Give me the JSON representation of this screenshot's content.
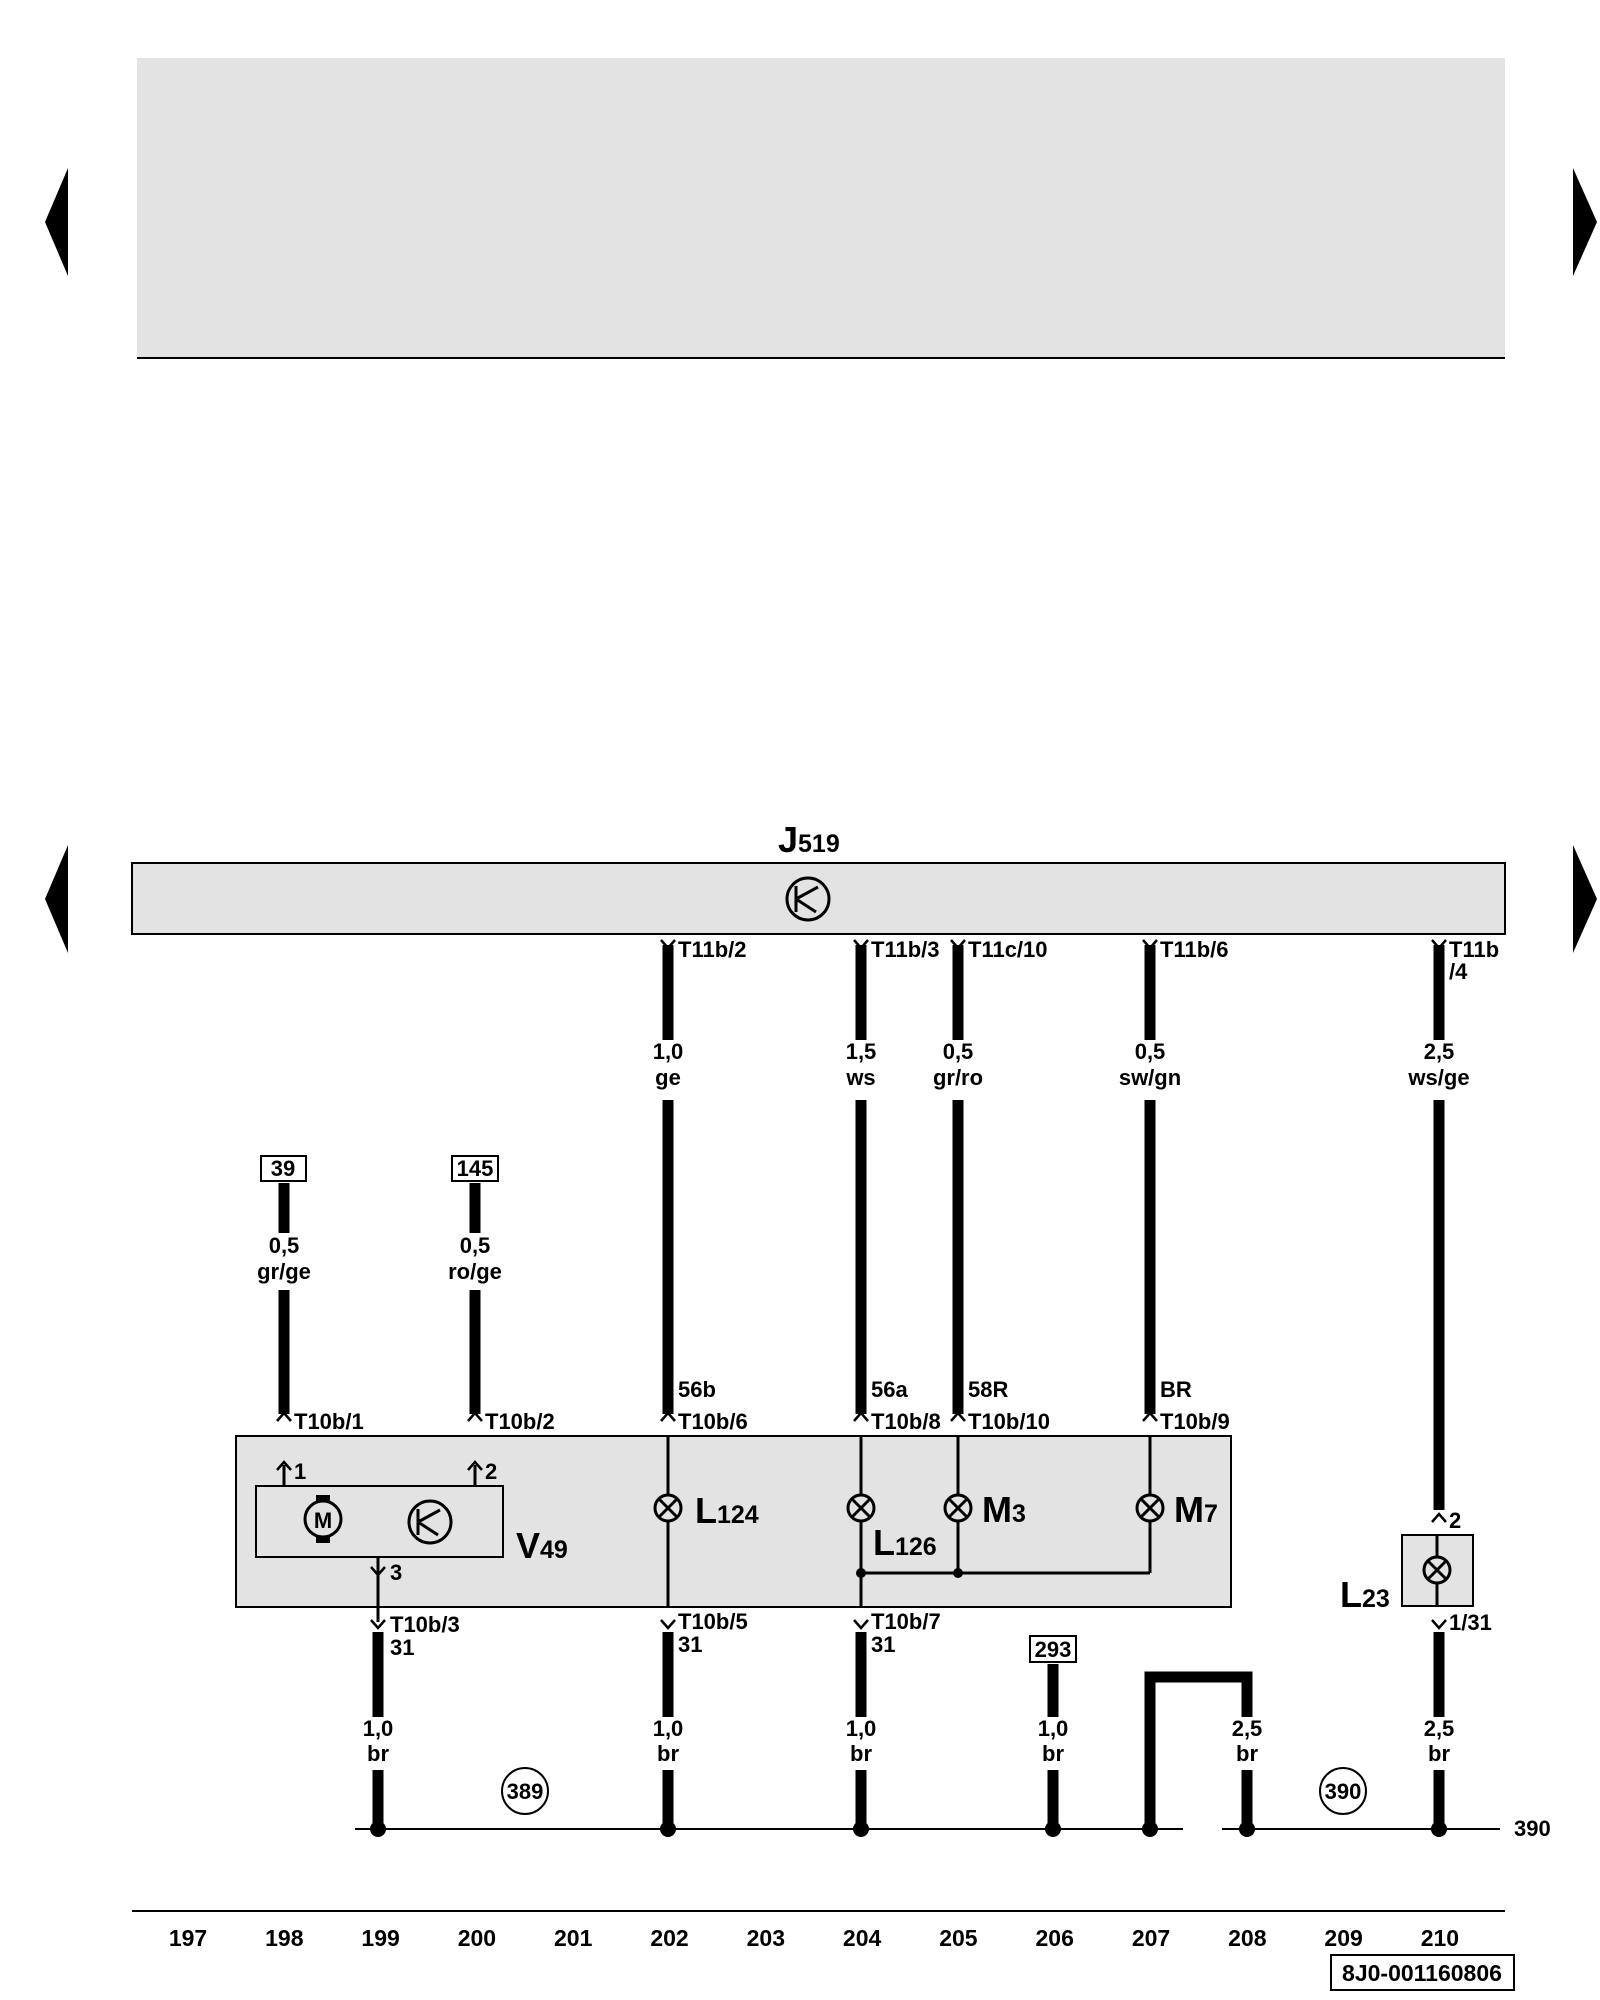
{
  "colors": {
    "panel": "#e3e3e3",
    "wire": "#000000",
    "background": "#ffffff"
  },
  "icons": {
    "nav_prev": "triangle-left-icon",
    "nav_next": "triangle-right-icon",
    "electronic_control": "transistor-symbol-icon",
    "motor": "motor-symbol-icon",
    "lamp": "lamp-symbol-icon",
    "ground": "ground-point-icon"
  },
  "control_unit": {
    "main": "J",
    "sub": "519"
  },
  "connectors_top": {
    "w202": "T11b/2",
    "w204": "T11b/3",
    "w205": "T11c/10",
    "w207": "T11b/6",
    "w210_a": "T11b",
    "w210_b": "/4"
  },
  "wires": {
    "w198": {
      "size": "0,5",
      "color": "gr/ge"
    },
    "w200": {
      "size": "0,5",
      "color": "ro/ge"
    },
    "w202": {
      "size": "1,0",
      "color": "ge"
    },
    "w204": {
      "size": "1,5",
      "color": "ws"
    },
    "w205": {
      "size": "0,5",
      "color": "gr/ro"
    },
    "w207": {
      "size": "0,5",
      "color": "sw/gn"
    },
    "w210": {
      "size": "2,5",
      "color": "ws/ge"
    }
  },
  "refs": {
    "r39": "39",
    "r145": "145",
    "r293": "293"
  },
  "terminals": {
    "t56b": "56b",
    "t56a": "56a",
    "t58R": "58R",
    "tBR": "BR",
    "c1": "T10b/1",
    "c2": "T10b/2",
    "c6": "T10b/6",
    "c8": "T10b/8",
    "c10": "T10b/10",
    "c9": "T10b/9"
  },
  "components": {
    "v_main": "V",
    "v_sub": "49",
    "l124_main": "L",
    "l124_sub": "124",
    "l126_main": "L",
    "l126_sub": "126",
    "m3_main": "M",
    "m3_sub": "3",
    "m7_main": "M",
    "m7_sub": "7",
    "l23_main": "L",
    "l23_sub": "23",
    "motor_letter": "M",
    "pin1": "1",
    "pin2": "2",
    "pin3": "3",
    "l23_pin2": "2",
    "l23_pin31": "1/31"
  },
  "bottom_connectors": {
    "b199": "T10b/3",
    "b199_t": "31",
    "b202": "T10b/5",
    "b202_t": "31",
    "b204": "T10b/7",
    "b204_t": "31"
  },
  "ground_wires": {
    "g199": {
      "size": "1,0",
      "color": "br"
    },
    "g202": {
      "size": "1,0",
      "color": "br"
    },
    "g204": {
      "size": "1,0",
      "color": "br"
    },
    "g206": {
      "size": "1,0",
      "color": "br"
    },
    "g208": {
      "size": "2,5",
      "color": "br"
    },
    "g210": {
      "size": "2,5",
      "color": "br"
    }
  },
  "ground_points": {
    "p389": "389",
    "p390": "390",
    "line_label": "390"
  },
  "columns": [
    "197",
    "198",
    "199",
    "200",
    "201",
    "202",
    "203",
    "204",
    "205",
    "206",
    "207",
    "208",
    "209",
    "210"
  ],
  "doc_code": "8J0-001160806"
}
